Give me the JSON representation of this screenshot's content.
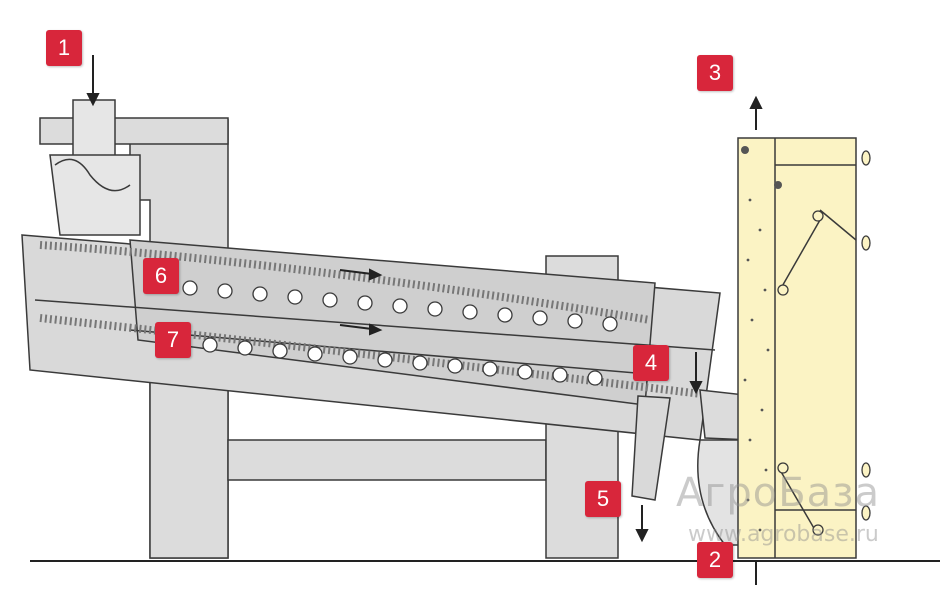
{
  "markers": [
    {
      "id": "m1",
      "label": "1"
    },
    {
      "id": "m2",
      "label": "2"
    },
    {
      "id": "m3",
      "label": "3"
    },
    {
      "id": "m4",
      "label": "4"
    },
    {
      "id": "m5",
      "label": "5"
    },
    {
      "id": "m6",
      "label": "6"
    },
    {
      "id": "m7",
      "label": "7"
    }
  ],
  "watermark": {
    "brand": "АгроБаза",
    "url": "www.agrobase.ru"
  },
  "colors": {
    "marker": "#d8263b",
    "frame": "#dcdcdc",
    "outline": "#3a3a3a",
    "aspirator": "#fbf3c4"
  }
}
